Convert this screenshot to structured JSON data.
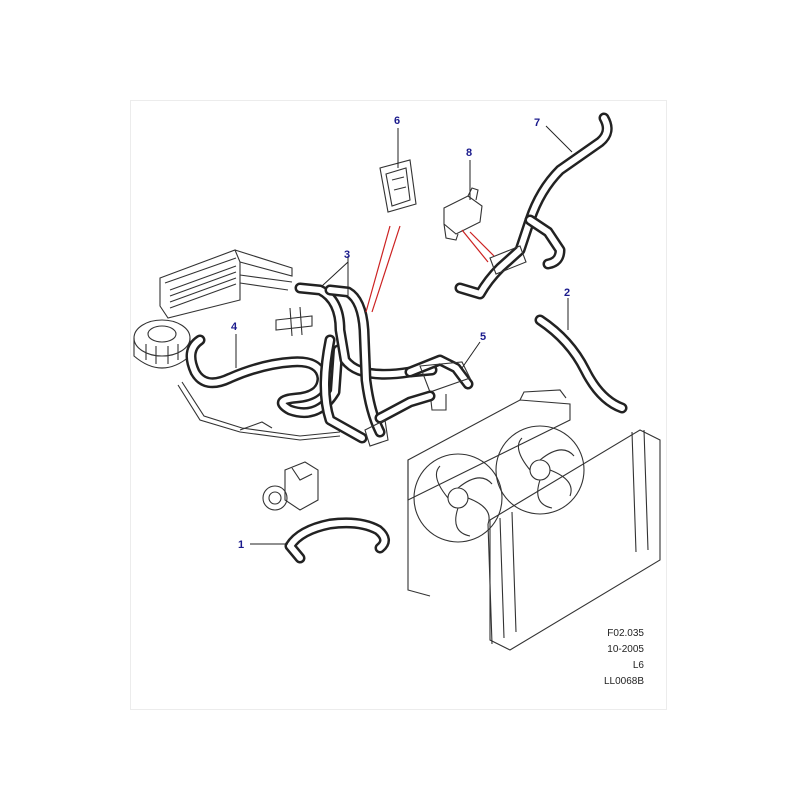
{
  "callouts": [
    {
      "id": "1",
      "label": "1"
    },
    {
      "id": "2",
      "label": "2"
    },
    {
      "id": "3",
      "label": "3"
    },
    {
      "id": "4",
      "label": "4"
    },
    {
      "id": "5",
      "label": "5"
    },
    {
      "id": "6",
      "label": "6"
    },
    {
      "id": "7",
      "label": "7"
    },
    {
      "id": "8",
      "label": "8"
    }
  ],
  "reference": {
    "figure": "F02.035",
    "date": "10-2005",
    "engine": "L6",
    "code": "LL0068B"
  },
  "colors": {
    "callout": "#1a1a8c",
    "leader_red": "#cc2222",
    "line": "#222222",
    "hose": "#2a2a2a"
  }
}
